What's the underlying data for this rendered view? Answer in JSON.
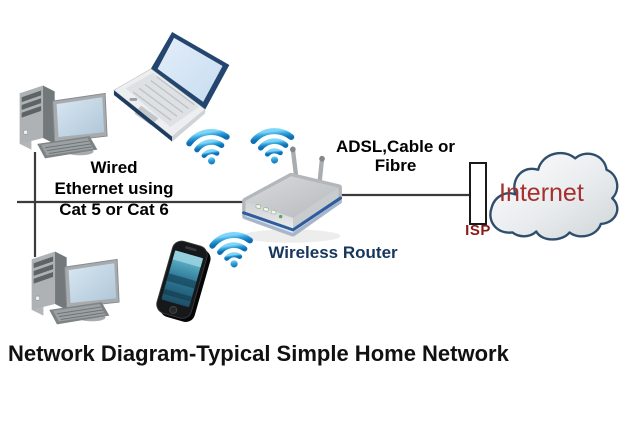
{
  "title": "Network Diagram-Typical Simple Home Network",
  "labels": {
    "wired": {
      "line1": "Wired",
      "line2": "Ethernet using",
      "line3": "Cat 5 or Cat 6"
    },
    "adsl": {
      "line1": "ADSL,Cable or",
      "line2": "Fibre"
    },
    "wireless_router": "Wireless Router",
    "isp": "ISP",
    "internet": "Internet"
  },
  "nodes": [
    "desktop-pc-top-left",
    "desktop-pc-bottom-left",
    "laptop",
    "smartphone",
    "wireless-router",
    "isp-node",
    "internet-cloud"
  ],
  "icons": [
    "wifi-signal-icon",
    "wifi-signal-icon",
    "wifi-signal-icon"
  ],
  "connections": [
    "desktop-pcs to router via wired ethernet",
    "router to isp via adsl-cable-fibre",
    "isp to internet cloud"
  ],
  "colors": {
    "label_text": "#000000",
    "title_text": "#111111",
    "router_label": "#17365D",
    "isp_label": "#8B1A1A",
    "internet_label": "#A5312F",
    "line": "#3B3B3B",
    "cloud_outline": "#2F4E6B",
    "wifi_blue_light": "#66C9F2",
    "wifi_blue_dark": "#0E6FB4",
    "router_stripe": "#2E5C9E"
  }
}
